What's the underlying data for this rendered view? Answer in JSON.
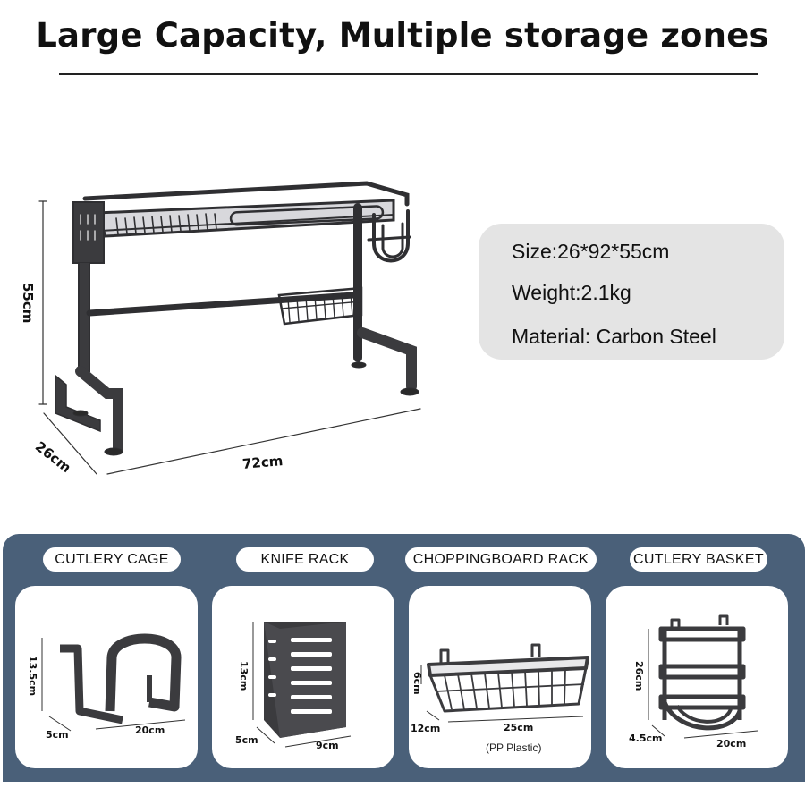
{
  "title": "Large Capacity, Multiple storage zones",
  "dimensions": {
    "height": "55cm",
    "depth": "26cm",
    "width": "72cm"
  },
  "specs": {
    "size": "Size:26*92*55cm",
    "weight": "Weight:2.1kg",
    "material": "Material: Carbon Steel"
  },
  "accessories": [
    {
      "name": "CUTLERY CAGE",
      "dims": [
        "13.5cm",
        "5cm",
        "20cm"
      ]
    },
    {
      "name": "KNIFE RACK",
      "dims": [
        "13cm",
        "5cm",
        "9cm"
      ]
    },
    {
      "name": "CHOPPINGBOARD RACK",
      "dims": [
        "6cm",
        "12cm",
        "25cm"
      ],
      "note": "(PP Plastic)"
    },
    {
      "name": "CUTLERY BASKET",
      "dims": [
        "26cm",
        "4.5cm",
        "20cm"
      ]
    }
  ],
  "colors": {
    "panel": "#4a6079",
    "spec_box": "#e4e4e4",
    "metal": "#3b3b3e"
  },
  "icons": [
    "dish-rack-image",
    "cutlery-cage-image",
    "knife-rack-image",
    "choppingboard-rack-image",
    "cutlery-basket-image"
  ]
}
